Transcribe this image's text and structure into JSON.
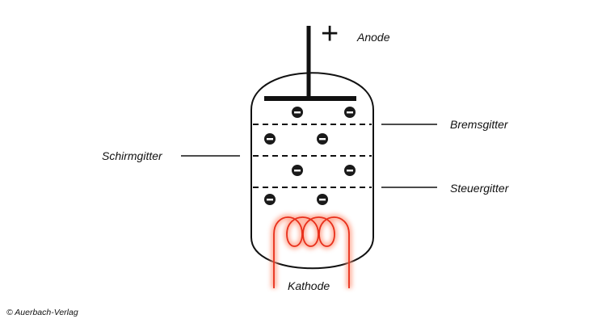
{
  "labels": {
    "anode": "Anode",
    "plus_sign": "+",
    "bremsgitter": "Bremsgitter",
    "schirmgitter": "Schirmgitter",
    "steuergitter": "Steuergitter",
    "kathode": "Kathode"
  },
  "copyright": "© Auerbach-Verlag",
  "electron_symbol": "–",
  "colors": {
    "line": "#111111",
    "filament": "#e8301c",
    "filament_glow": "#ff9a80",
    "electron": "#1a1a1a"
  }
}
